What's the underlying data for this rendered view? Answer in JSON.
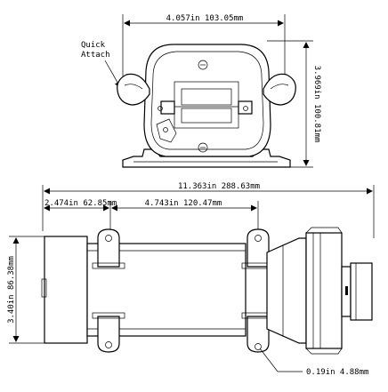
{
  "top_view": {
    "width_dim": "4.057in 103.05mm",
    "height_dim": "3.969in 100.81mm",
    "callout_line1": "Quick",
    "callout_line2": "Attach"
  },
  "side_view": {
    "overall_dim": "11.363in 288.63mm",
    "offset_dim": "2.474in 62.85mm",
    "spacing_dim": "4.743in 120.47mm",
    "height_dim": "3.40in 86.38mm",
    "hole_dim": "0.19in 4.88mm"
  }
}
